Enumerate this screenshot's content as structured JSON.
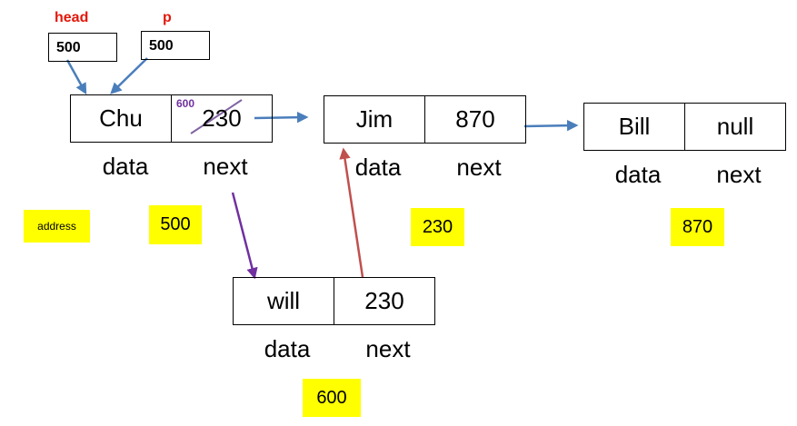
{
  "pointers": {
    "head": {
      "label": "head",
      "value": "500"
    },
    "p": {
      "label": "p",
      "value": "500"
    }
  },
  "nodes": {
    "chu": {
      "data": "Chu",
      "next": "230",
      "next_overwrite": "600",
      "data_label": "data",
      "next_label": "next",
      "address": "500"
    },
    "jim": {
      "data": "Jim",
      "next": "870",
      "data_label": "data",
      "next_label": "next",
      "address": "230"
    },
    "bill": {
      "data": "Bill",
      "next": "null",
      "data_label": "data",
      "next_label": "next",
      "address": "870"
    },
    "will": {
      "data": "will",
      "next": "230",
      "data_label": "data",
      "next_label": "next",
      "address": "600"
    }
  },
  "legend": {
    "address_label": "address"
  },
  "colors": {
    "pointer_label": "#e3170a",
    "arrow_blue": "#4a7ebb",
    "arrow_purple": "#7030a0",
    "arrow_red": "#c0504d",
    "address_bg": "#ffff00"
  }
}
